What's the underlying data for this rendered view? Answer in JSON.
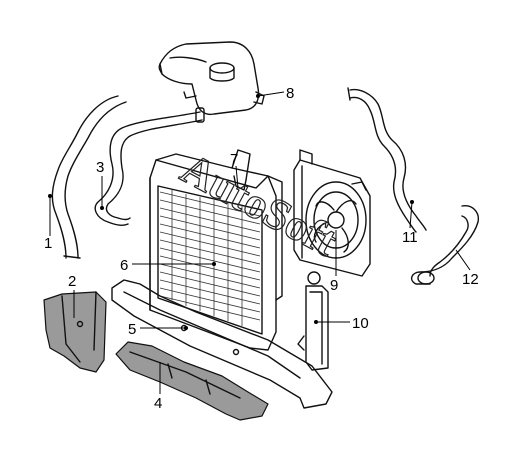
{
  "callouts": {
    "c1": "1",
    "c2": "2",
    "c3": "3",
    "c4": "4",
    "c5": "5",
    "c6": "6",
    "c7": "7",
    "c8": "8",
    "c9": "9",
    "c10": "10",
    "c11": "11",
    "c12": "12"
  },
  "watermark": {
    "text": "AutoSoft"
  }
}
